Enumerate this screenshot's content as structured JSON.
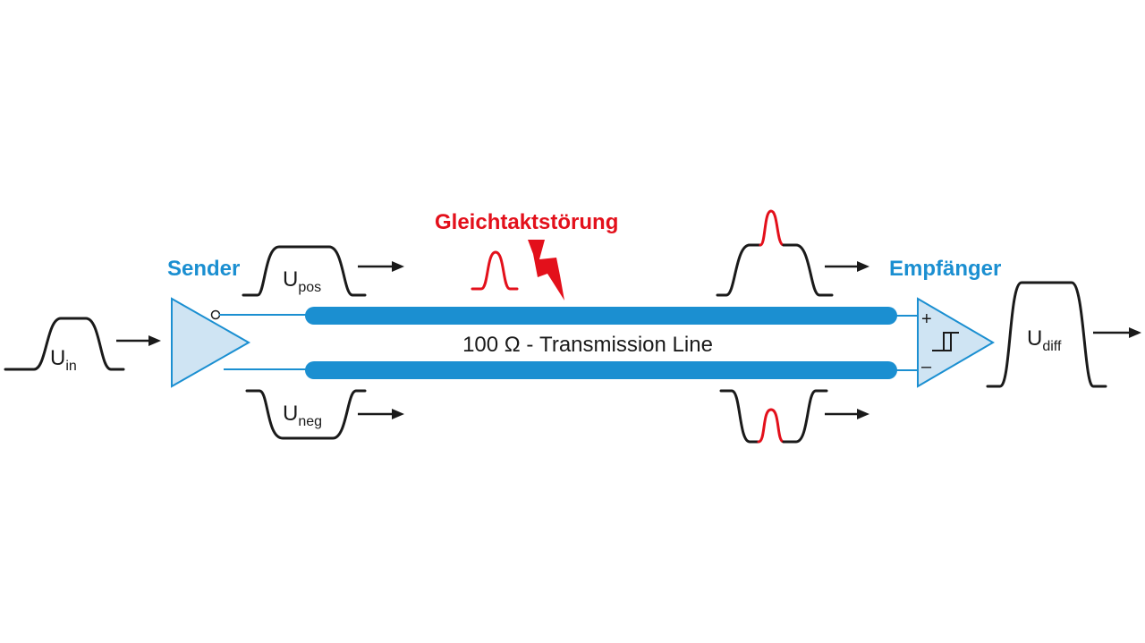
{
  "labels": {
    "sender": "Sender",
    "receiver": "Empfänger",
    "disturbance": "Gleichtaktstörung",
    "line": "100 Ω - Transmission Line"
  },
  "signals": {
    "u_in": {
      "main": "U",
      "sub": "in"
    },
    "u_pos": {
      "main": "U",
      "sub": "pos"
    },
    "u_neg": {
      "main": "U",
      "sub": "neg"
    },
    "u_diff": {
      "main": "U",
      "sub": "diff"
    }
  },
  "receiver_inputs": {
    "plus": "+",
    "minus": "–"
  },
  "colors": {
    "accent_blue": "#1b8fd1",
    "amp_fill": "#cfe4f3",
    "disturbance_red": "#e3101b",
    "signal_black": "#1a1a1a"
  },
  "icons": [
    "lightning-icon",
    "arrow-right-icon",
    "hysteresis-icon",
    "inverter-bubble-icon"
  ]
}
